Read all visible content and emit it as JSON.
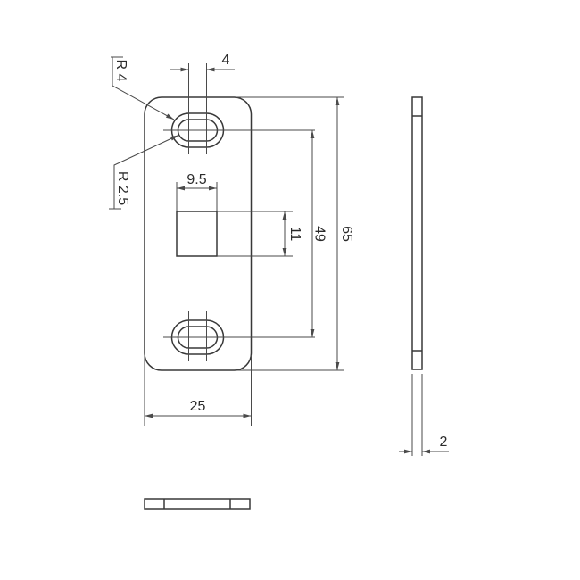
{
  "drawing": {
    "type": "technical-drawing",
    "part": "plate-with-slotted-holes",
    "colors": {
      "background": "#ffffff",
      "object_line": "#383838",
      "dimension_line": "#4a4a4a",
      "text": "#2b2b2b"
    },
    "labels": {
      "slot_center_spacing": "4",
      "slot_outer_radius": "R 4",
      "slot_inner_radius": "R 2.5",
      "square_hole_width": "9.5",
      "square_hole_height": "11",
      "hole_pitch": "49",
      "plate_length": "65",
      "plate_width": "25",
      "plate_thickness": "2"
    }
  }
}
